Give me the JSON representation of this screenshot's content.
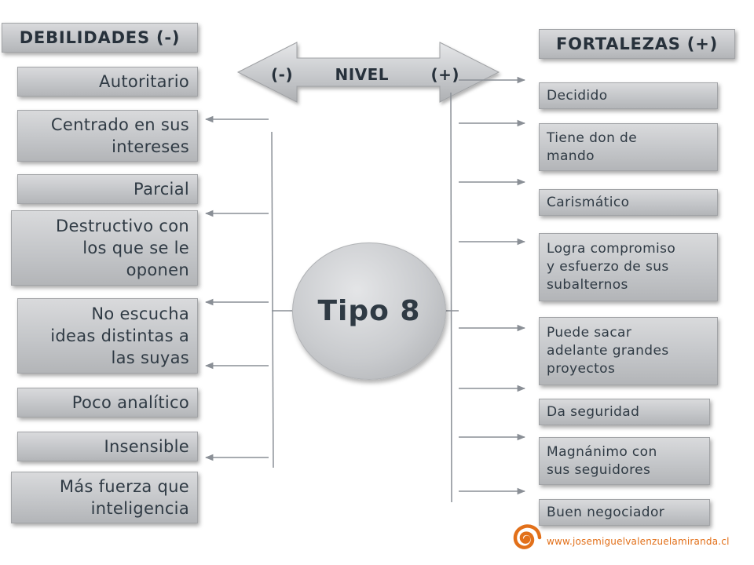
{
  "weaknesses": {
    "title": "DEBILIDADES (-)",
    "items": [
      [
        "Autoritario"
      ],
      [
        "Centrado en sus",
        "intereses"
      ],
      [
        "Parcial"
      ],
      [
        "Destructivo con",
        "los que se le",
        "oponen"
      ],
      [
        "No escucha",
        "ideas distintas a",
        "las suyas"
      ],
      [
        "Poco analítico"
      ],
      [
        "Insensible"
      ],
      [
        "Más fuerza que",
        "inteligencia"
      ]
    ]
  },
  "strengths": {
    "title": "FORTALEZAS (+)",
    "items": [
      [
        "Decidido"
      ],
      [
        "Tiene don de",
        "mando"
      ],
      [
        "Carismático"
      ],
      [
        "Logra compromiso",
        "y esfuerzo de sus",
        "subalternos"
      ],
      [
        "Puede sacar",
        "adelante grandes",
        "proyectos"
      ],
      [
        "Da seguridad"
      ],
      [
        "Magnánimo con",
        "sus seguidores"
      ],
      [
        "Buen negociador"
      ]
    ]
  },
  "level_arrow": {
    "minus": "(-)",
    "label": "NIVEL",
    "plus": "(+)"
  },
  "center": {
    "label": "Tipo 8"
  },
  "footer": {
    "website": "www.josemiguelvalenzuelamiranda.cl"
  },
  "colors": {
    "box_fill": "#c4c6c9",
    "text": "#2f3a44",
    "connector": "#8a8f96",
    "logo": "#e2701a"
  }
}
